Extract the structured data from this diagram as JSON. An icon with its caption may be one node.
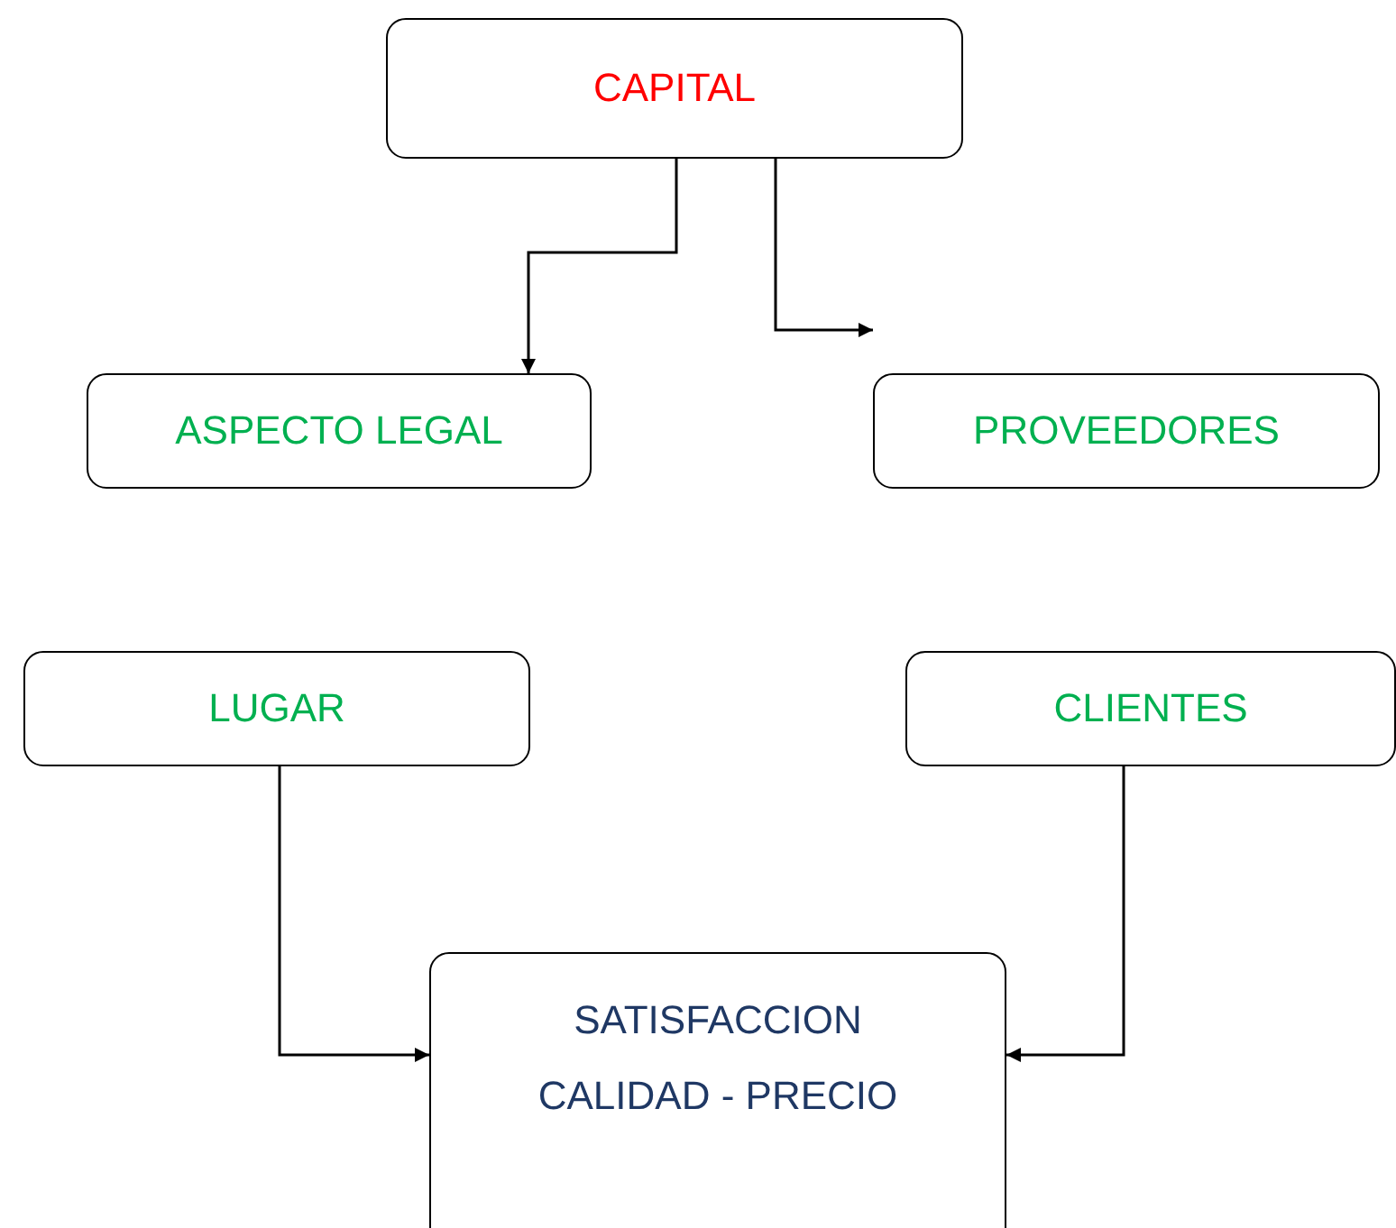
{
  "diagram": {
    "nodes": [
      {
        "text": [
          "CAPITAL"
        ]
      },
      {
        "text": [
          "ASPECTO LEGAL"
        ]
      },
      {
        "text": [
          "PROVEEDORES"
        ]
      },
      {
        "text": [
          "LUGAR"
        ]
      },
      {
        "text": [
          "CLIENTES"
        ]
      },
      {
        "text": [
          "SATISFACCION CALIDAD - PRECIO"
        ]
      }
    ],
    "edges": [
      {
        "from": 0,
        "to": 1,
        "arrow": "to"
      },
      {
        "from": 0,
        "to": 2,
        "arrow": "to"
      },
      {
        "from": 3,
        "to": 5,
        "arrow": "to"
      },
      {
        "from": 4,
        "to": 5,
        "arrow": "to"
      }
    ]
  }
}
